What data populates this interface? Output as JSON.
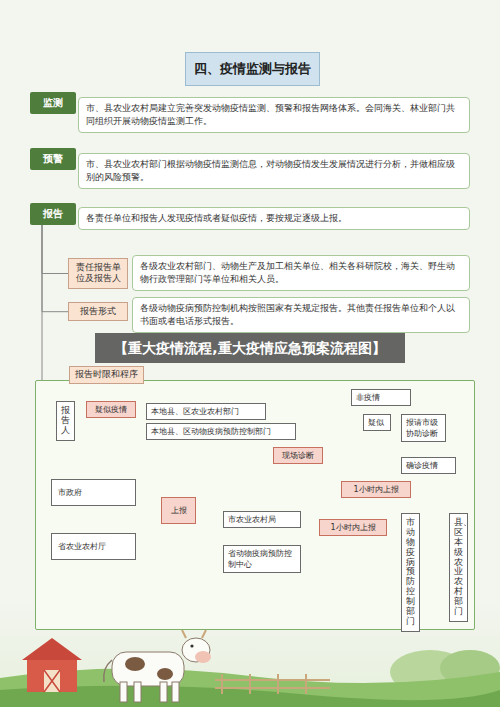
{
  "diagram": {
    "title": "四、疫情监测与报告",
    "nodes": [
      {
        "text": [
          "监测"
        ]
      },
      {
        "text": [
          "市、县农业农村局建立完善突发动物疫情监测、预警和报告网络体系。会同海关、林业部门共同组织开展动物疫情监测工作。"
        ]
      },
      {
        "text": [
          "预警"
        ]
      },
      {
        "text": [
          "市、县农业农村部门根据动物疫情监测信息，对动物疫情发生发展情况进行分析，并做相应级别的风险预警。"
        ]
      },
      {
        "text": [
          "报告"
        ]
      },
      {
        "text": [
          "各责任单位和报告人发现疫情或者疑似疫情，要按规定逐级上报。"
        ]
      },
      {
        "text": [
          "责任报告单位及报告人"
        ]
      },
      {
        "text": [
          "各级农业农村部门、动物生产及加工相关单位、相关各科研院校，海关、野生动物行政管理部门等单位和相关人员。"
        ]
      },
      {
        "text": [
          "报告形式"
        ]
      },
      {
        "text": [
          "各级动物疫病预防控制机构按照国家有关规定报告。其他责任报告单位和个人以书面或者电话形式报告。"
        ]
      },
      {
        "text": [
          "报告时限和程序"
        ]
      },
      {
        "text": [
          "报告人"
        ],
        "in": 10
      },
      {
        "text": [
          "疑似疫情"
        ],
        "in": 10
      },
      {
        "text": [
          "本地县、区农业农村部门"
        ],
        "in": 10
      },
      {
        "text": [
          "本地县、区动物疫病预防控制部门"
        ],
        "in": 10
      },
      {
        "text": [
          "现场诊断"
        ],
        "in": 10
      },
      {
        "text": [
          "非疫情"
        ],
        "in": 10
      },
      {
        "text": [
          "疑似"
        ],
        "in": 10
      },
      {
        "text": [
          "报请市级协助诊断"
        ],
        "in": 10
      },
      {
        "text": [
          "确诊疫情"
        ],
        "in": 10
      },
      {
        "text": [
          "1小时内上报"
        ],
        "in": 10
      },
      {
        "text": [
          "市政府"
        ],
        "in": 10
      },
      {
        "text": [
          "省农业农村厅"
        ],
        "in": 10
      },
      {
        "text": [
          "上报"
        ],
        "in": 10
      },
      {
        "text": [
          "市农业农村局"
        ],
        "in": 10
      },
      {
        "text": [
          "省动物疫病预防控制中心"
        ],
        "in": 10
      },
      {
        "text": [
          "1小时内上报"
        ],
        "in": 10
      },
      {
        "text": [
          "市动物疫病预防控制部门"
        ],
        "in": 10
      },
      {
        "text": [
          "县、区本级农业农村部门"
        ],
        "in": 10
      }
    ],
    "edges": [
      {
        "from": 4,
        "to": 6,
        "arrow": "none"
      },
      {
        "from": 4,
        "to": 8,
        "arrow": "none"
      },
      {
        "from": 4,
        "to": 10,
        "arrow": "none"
      },
      {
        "from": 11,
        "to": 12,
        "arrow": "to"
      },
      {
        "from": 12,
        "to": 13,
        "arrow": "to"
      },
      {
        "from": 12,
        "to": 14,
        "arrow": "to"
      },
      {
        "from": 14,
        "to": 15,
        "arrow": "to"
      },
      {
        "from": 15,
        "to": 16,
        "arrow": "to"
      },
      {
        "from": 15,
        "to": 17,
        "arrow": "to"
      },
      {
        "from": 15,
        "to": 19,
        "arrow": "to"
      },
      {
        "from": 17,
        "to": 18,
        "arrow": "to"
      },
      {
        "from": 18,
        "to": 19,
        "arrow": "to"
      },
      {
        "from": 19,
        "to": 20,
        "arrow": "to"
      },
      {
        "from": 20,
        "to": 27,
        "arrow": "to"
      },
      {
        "from": 20,
        "to": 28,
        "arrow": "to"
      },
      {
        "from": 27,
        "to": 26,
        "arrow": "to"
      },
      {
        "from": 26,
        "to": 24,
        "arrow": "to"
      },
      {
        "from": 26,
        "to": 25,
        "arrow": "to"
      },
      {
        "from": 24,
        "to": 23,
        "arrow": "to"
      },
      {
        "from": 23,
        "to": 21,
        "arrow": "to"
      },
      {
        "from": 23,
        "to": 22,
        "arrow": "to"
      }
    ],
    "labels": [
      "【重大疫情流程,重大疫情应急预案流程图】"
    ]
  }
}
